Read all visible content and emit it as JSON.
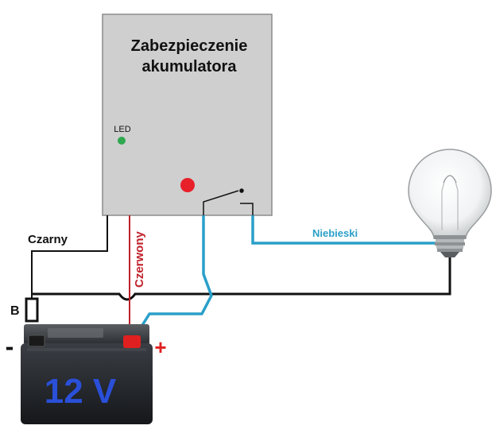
{
  "module": {
    "title_line1": "Zabezpieczenie",
    "title_line2": "akumulatora",
    "led_label": "LED",
    "led_color": "#2fa84f",
    "indicator_color": "#e8202a",
    "box_color": "#cfcfcf"
  },
  "wires": {
    "black_label": "Czarny",
    "red_label": "Czerwony",
    "blue_label": "Niebieski",
    "black_color": "#111111",
    "red_color": "#c0202a",
    "blue_color": "#2a9fc9"
  },
  "battery": {
    "voltage_label": "12 V",
    "minus_label": "-",
    "plus_label": "+",
    "fuse_label": "B",
    "label_color": "#2a4fd8",
    "plus_color": "#e02020"
  },
  "lamp": {
    "icon": "light-bulb-icon"
  }
}
